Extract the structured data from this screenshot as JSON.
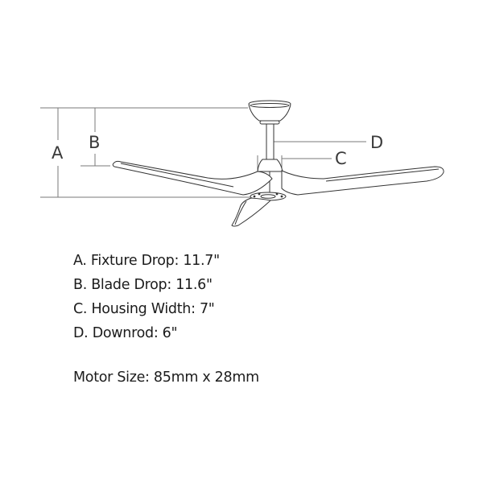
{
  "diagram": {
    "title": "Ceiling fan dimension diagram",
    "labels": {
      "a": "A",
      "b": "B",
      "c": "C",
      "d": "D"
    },
    "line_color": "#555555"
  },
  "specs": [
    {
      "key": "A",
      "text": "A. Fixture Drop: 11.7\""
    },
    {
      "key": "B",
      "text": "B. Blade Drop: 11.6\""
    },
    {
      "key": "C",
      "text": "C. Housing Width: 7\""
    },
    {
      "key": "D",
      "text": "D. Downrod: 6\""
    }
  ],
  "motor": {
    "text": "Motor Size: 85mm x 28mm"
  }
}
